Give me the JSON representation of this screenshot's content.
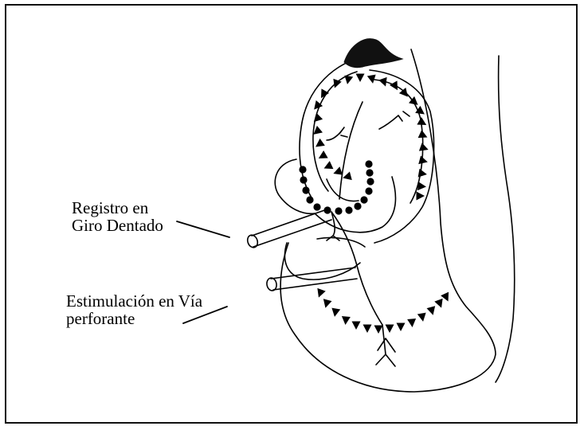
{
  "labels": {
    "recording_line1": "Registro en",
    "recording_line2": "Giro Dentado",
    "stimulation_line1": "Estimulación en Vía",
    "stimulation_line2": "perforante"
  }
}
